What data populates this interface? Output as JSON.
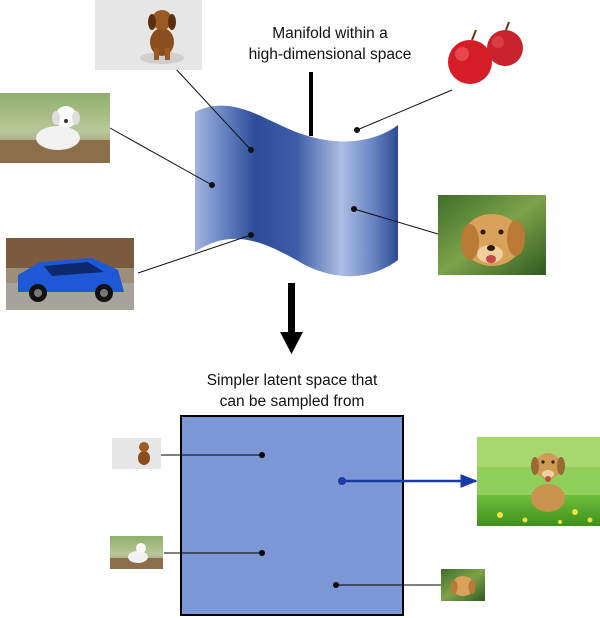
{
  "manifold": {
    "title_line1": "Manifold within a",
    "title_line2": "high-dimensional space"
  },
  "latent": {
    "title_line1": "Simpler latent space that",
    "title_line2": "can be sampled from"
  },
  "pictures": {
    "puppy": "brown puppy",
    "white_puppy": "white puppy",
    "apples": "apples",
    "car": "blue car",
    "golden_dog": "golden retriever",
    "grass_dog": "dog in grass",
    "small_dog": "dog"
  },
  "colors": {
    "manifold_dark": "#2d4b97",
    "manifold_light": "#aebee3",
    "latent_fill": "#7b97d6",
    "arrow_blue": "#1a3aa6"
  }
}
